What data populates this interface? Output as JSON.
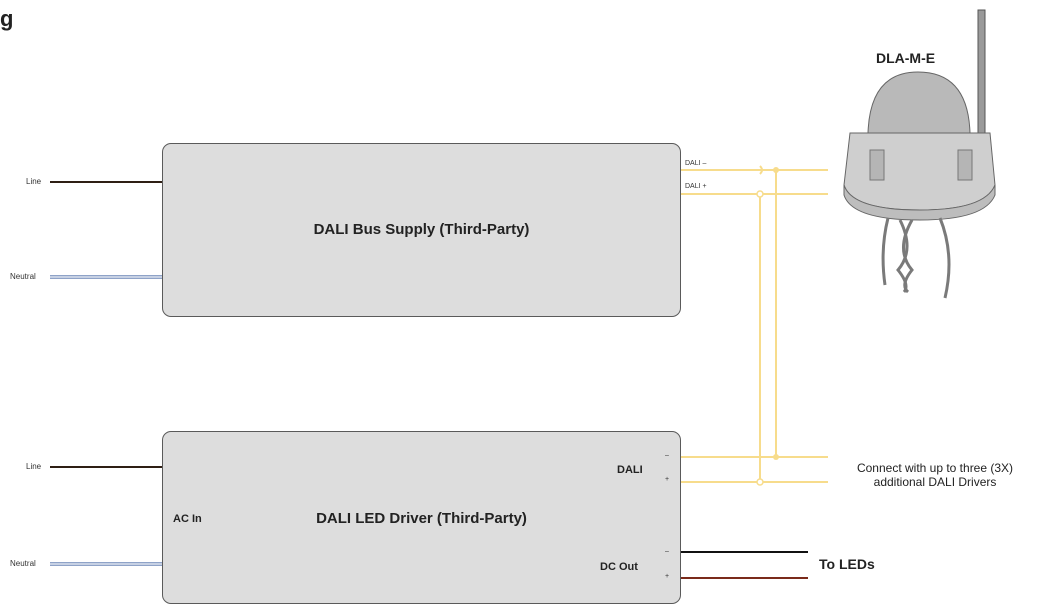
{
  "header": {
    "partial_title": "g"
  },
  "sensor": {
    "label": "DLA-M-E"
  },
  "bus_supply": {
    "title": "DALI Bus Supply (Third-Party)",
    "line_label": "Line",
    "neutral_label": "Neutral",
    "dali_minus_label": "DALI –",
    "dali_plus_label": "DALI +"
  },
  "led_driver": {
    "title": "DALI LED Driver (Third-Party)",
    "line_label": "Line",
    "neutral_label": "Neutral",
    "ac_in_label": "AC In",
    "dali_label": "DALI",
    "dali_minus": "–",
    "dali_plus": "+",
    "dc_out_label": "DC Out",
    "dc_minus": "–",
    "dc_plus": "+"
  },
  "notes": {
    "connect_line1": "Connect with up to three (3X)",
    "connect_line2": "additional DALI Drivers",
    "to_leds": "To LEDs"
  },
  "colors": {
    "dali_wire": "#f7dc8c",
    "line_wire": "#2e1f14",
    "neutral_wire": "#8fa3c8",
    "dc_minus_wire": "#111111",
    "dc_plus_wire": "#7a2a1a",
    "box_fill": "#dddddd"
  }
}
